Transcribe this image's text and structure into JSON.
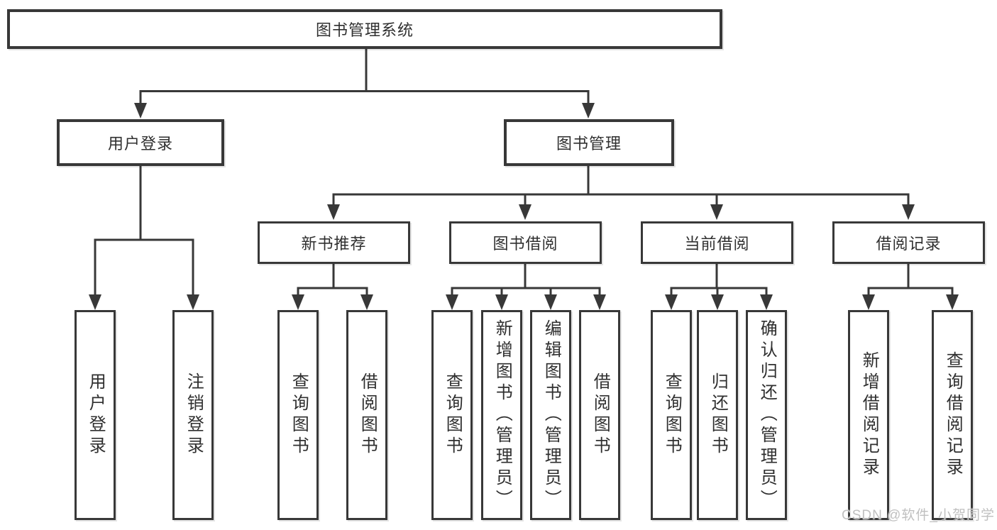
{
  "title": {
    "root_label": "图书管理系统"
  },
  "branches": [
    {
      "label": "用户登录",
      "leaves": [
        "用户登录",
        "注销登录"
      ]
    },
    {
      "label": "图书管理",
      "groups": [
        {
          "label": "新书推荐",
          "leaves": [
            "查询图书",
            "借阅图书"
          ]
        },
        {
          "label": "图书借阅",
          "leaves": [
            "查询图书",
            "新增图书（管理员）",
            "编辑图书（管理员）",
            "借阅图书"
          ]
        },
        {
          "label": "当前借阅",
          "leaves": [
            "查询图书",
            "归还图书",
            "确认归还（管理员）"
          ]
        },
        {
          "label": "借阅记录",
          "leaves": [
            "新增借阅记录",
            "查询借阅记录"
          ]
        }
      ]
    }
  ],
  "watermark": {
    "text": "CSDN @软件_小贺同学",
    "color": "#c0c0c0"
  },
  "colors": {
    "line": "#383838",
    "box_border": "#383838",
    "box_bg": "#ffffff",
    "text": "#2f2f2f"
  }
}
